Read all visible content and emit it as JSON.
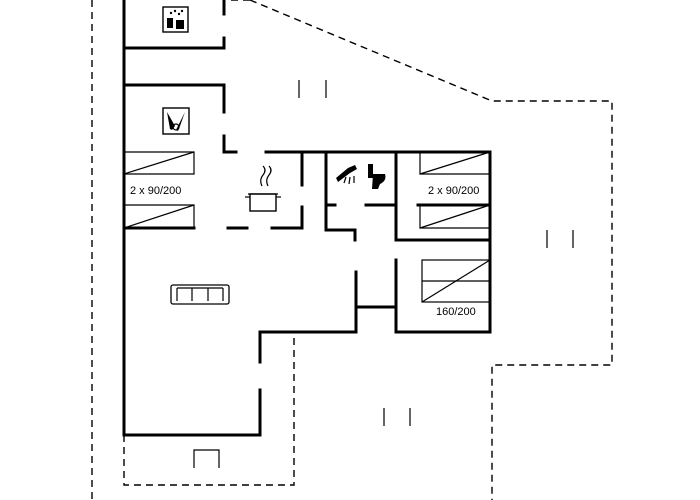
{
  "rooms": {
    "bedroom_left_label": "2 x 90/200",
    "bedroom_right_label": "2 x 90/200",
    "bedroom_double_label": "160/200"
  },
  "icons": [
    "sauna-icon",
    "utility-icon",
    "kitchen-pot-icon",
    "shower-icon",
    "toilet-icon",
    "sofa-icon",
    "bed-icon",
    "fireplace-icon"
  ]
}
